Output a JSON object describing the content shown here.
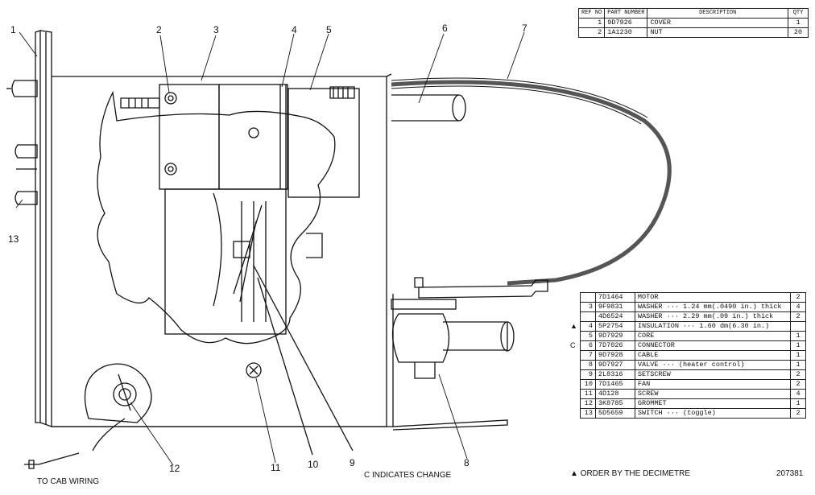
{
  "callouts": [
    {
      "num": "1"
    },
    {
      "num": "2"
    },
    {
      "num": "3"
    },
    {
      "num": "4"
    },
    {
      "num": "5"
    },
    {
      "num": "6"
    },
    {
      "num": "7"
    },
    {
      "num": "8"
    },
    {
      "num": "9"
    },
    {
      "num": "10"
    },
    {
      "num": "11"
    },
    {
      "num": "12"
    },
    {
      "num": "13"
    }
  ],
  "top_table": {
    "headers": {
      "ref": "REF NO",
      "part": "PART NUMBER",
      "desc": "DESCRIPTION",
      "qty": "QTY"
    },
    "rows": [
      {
        "ref": "1",
        "part": "9D7926",
        "desc": "COVER",
        "qty": "1"
      },
      {
        "ref": "2",
        "part": "1A1230",
        "desc": "NUT",
        "qty": "20"
      }
    ]
  },
  "main_table": {
    "rows": [
      {
        "mark": "",
        "ref": "",
        "part": "7D1464",
        "desc": "MOTOR",
        "qty": "2"
      },
      {
        "mark": "",
        "ref": "3",
        "part": "9F9831",
        "desc": "WASHER ··· 1.24 mm(.0490 in.) thick",
        "qty": "4"
      },
      {
        "mark": "",
        "ref": "",
        "part": "4D6524",
        "desc": "WASHER ··· 2.29 mm(.09 in.) thick",
        "qty": "2"
      },
      {
        "mark": "▲",
        "ref": "4",
        "part": "5P2754",
        "desc": "INSULATION ··· 1.60 dm(6.30 in.)",
        "qty": ""
      },
      {
        "mark": "",
        "ref": "5",
        "part": "9D7929",
        "desc": "CORE",
        "qty": "1"
      },
      {
        "mark": "C",
        "ref": "6",
        "part": "7D7026",
        "desc": "CONNECTOR",
        "qty": "1"
      },
      {
        "mark": "",
        "ref": "7",
        "part": "9D7928",
        "desc": "CABLE",
        "qty": "1"
      },
      {
        "mark": "",
        "ref": "8",
        "part": "9D7927",
        "desc": "VALVE ··· (heater control)",
        "qty": "1"
      },
      {
        "mark": "",
        "ref": "9",
        "part": "2L8316",
        "desc": "SETSCREW",
        "qty": "2"
      },
      {
        "mark": "",
        "ref": "10",
        "part": "7D1465",
        "desc": "FAN",
        "qty": "2"
      },
      {
        "mark": "",
        "ref": "11",
        "part": "4D128",
        "desc": "SCREW",
        "qty": "4"
      },
      {
        "mark": "",
        "ref": "12",
        "part": "3K8785",
        "desc": "GROMMET",
        "qty": "1"
      },
      {
        "mark": "",
        "ref": "13",
        "part": "5D5659",
        "desc": "SWITCH ··· (toggle)",
        "qty": "2"
      }
    ]
  },
  "notes": {
    "to_cab_wiring": "TO CAB WIRING",
    "indicates_change": "C INDICATES CHANGE",
    "order_by": "▲ ORDER BY THE DECIMETRE",
    "illustration_no": "207381"
  }
}
